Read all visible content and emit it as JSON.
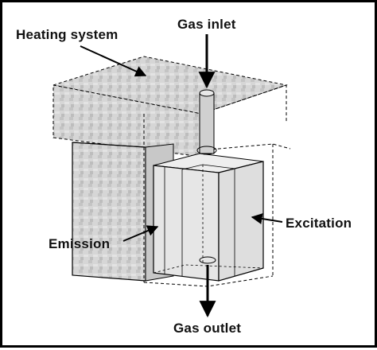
{
  "labels": {
    "heating_system": "Heating system",
    "gas_inlet": "Gas inlet",
    "excitation": "Excitation",
    "emission": "Emission",
    "gas_outlet": "Gas outlet"
  },
  "colors": {
    "line": "#000000",
    "block_fill": "#d9d9d9",
    "block_shade": "#bdbdbd",
    "cell_fill": "#ececec",
    "tube_fill": "#cfcfcf",
    "background": "#ffffff"
  }
}
